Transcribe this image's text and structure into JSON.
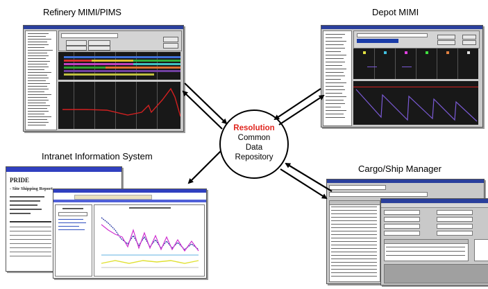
{
  "labels": {
    "refinery": "Refinery MIMI/PIMS",
    "depot": "Depot MIMI",
    "intranet": "Intranet Information System",
    "cargo": "Cargo/Ship Manager"
  },
  "hub": {
    "line1": "Resolution",
    "line2": "Common",
    "line3": "Data",
    "line4": "Repository"
  },
  "intranet_shot": {
    "brand": "PRIDE",
    "report_title": "- Site Shipping Report -"
  },
  "colors": {
    "resolution_text": "#e0251e",
    "window_title": "#2a3f9c",
    "trend_line": "#d32020",
    "depot_trend": "#7b5ad6"
  }
}
